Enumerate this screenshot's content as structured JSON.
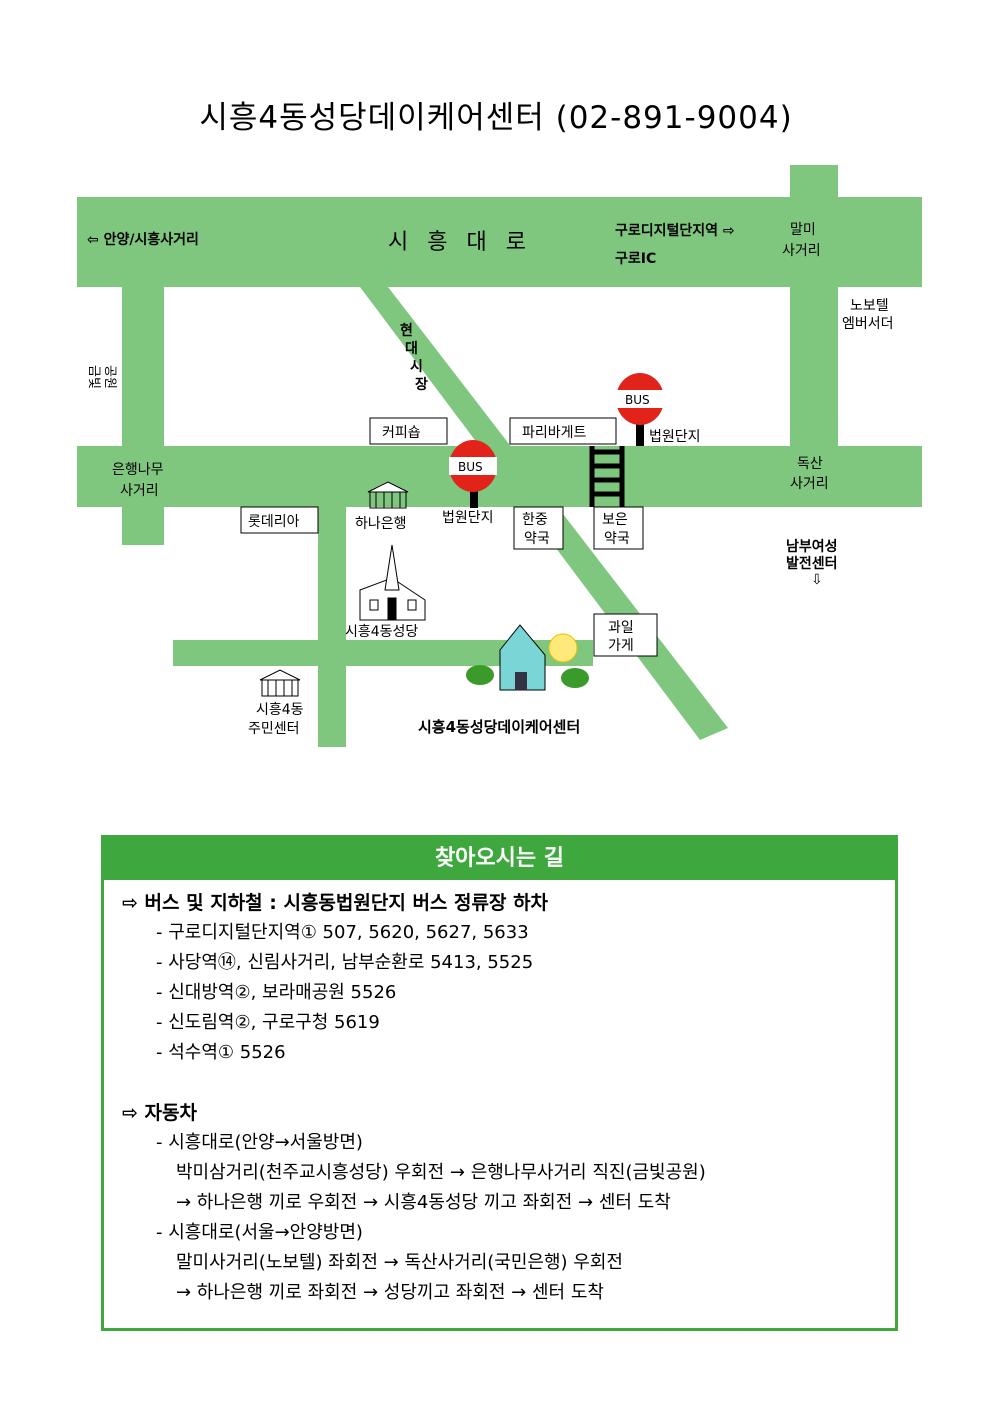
{
  "title": "시흥4동성당데이케어센터 (02-891-9004)",
  "colors": {
    "road": "#7fc67e",
    "accent": "#3ea83e",
    "bus": "#e2231a"
  },
  "map": {
    "to_anyang": "⇦ 안양/시흥사거리",
    "main_road": "시 흥 대 로",
    "to_guro_digital": "구로디지털단지역 ⇨",
    "guro_ic": "구로IC",
    "malmi": [
      "말미",
      "사거리"
    ],
    "novotel": [
      "노보텔",
      "엠버서더"
    ],
    "geumbit": [
      "금빛",
      "공원"
    ],
    "market": [
      "현",
      "대",
      "시",
      "장"
    ],
    "coffee": "커피숍",
    "paris": "파리바게트",
    "bus": "BUS",
    "bus_stop_1": "법원단지",
    "bus_stop_2": "법원단지",
    "eunhaeng": [
      "은행나무",
      "사거리"
    ],
    "doksan": [
      "독산",
      "사거리"
    ],
    "lotteria": "롯데리아",
    "hana": "하나은행",
    "hanjung": [
      "한중",
      "약국"
    ],
    "boeun": [
      "보은",
      "약국"
    ],
    "nambu": [
      "남부여성",
      "발전센터"
    ],
    "nambu_arrow": "⇩",
    "church": "시흥4동성당",
    "fruit": [
      "과일",
      "가게"
    ],
    "community": [
      "시흥4동",
      "주민센터"
    ],
    "daycare": "시흥4동성당데이케어센터"
  },
  "directions": {
    "heading": "찾아오시는 길",
    "bus_title": "⇨ 버스 및 지하철 : 시흥동법원단지 버스 정류장 하차",
    "bus_items": [
      "- 구로디지털단지역① 507, 5620, 5627, 5633",
      "- 사당역⑭, 신림사거리, 남부순환로 5413, 5525",
      "- 신대방역②, 보라매공원 5526",
      "- 신도림역②, 구로구청 5619",
      "- 석수역① 5526"
    ],
    "car_title": "⇨ 자동차",
    "car_route1_title": "- 시흥대로(안양→서울방면)",
    "car_route1_lines": [
      "박미삼거리(천주교시흥성당) 우회전 → 은행나무사거리 직진(금빛공원)",
      "→ 하나은행 끼로 우회전 → 시흥4동성당 끼고 좌회전 → 센터 도착"
    ],
    "car_route2_title": "- 시흥대로(서울→안양방면)",
    "car_route2_lines": [
      "말미사거리(노보텔) 좌회전 → 독산사거리(국민은행) 우회전",
      "→ 하나은행 끼로 좌회전 → 성당끼고 좌회전 → 센터 도착"
    ]
  }
}
